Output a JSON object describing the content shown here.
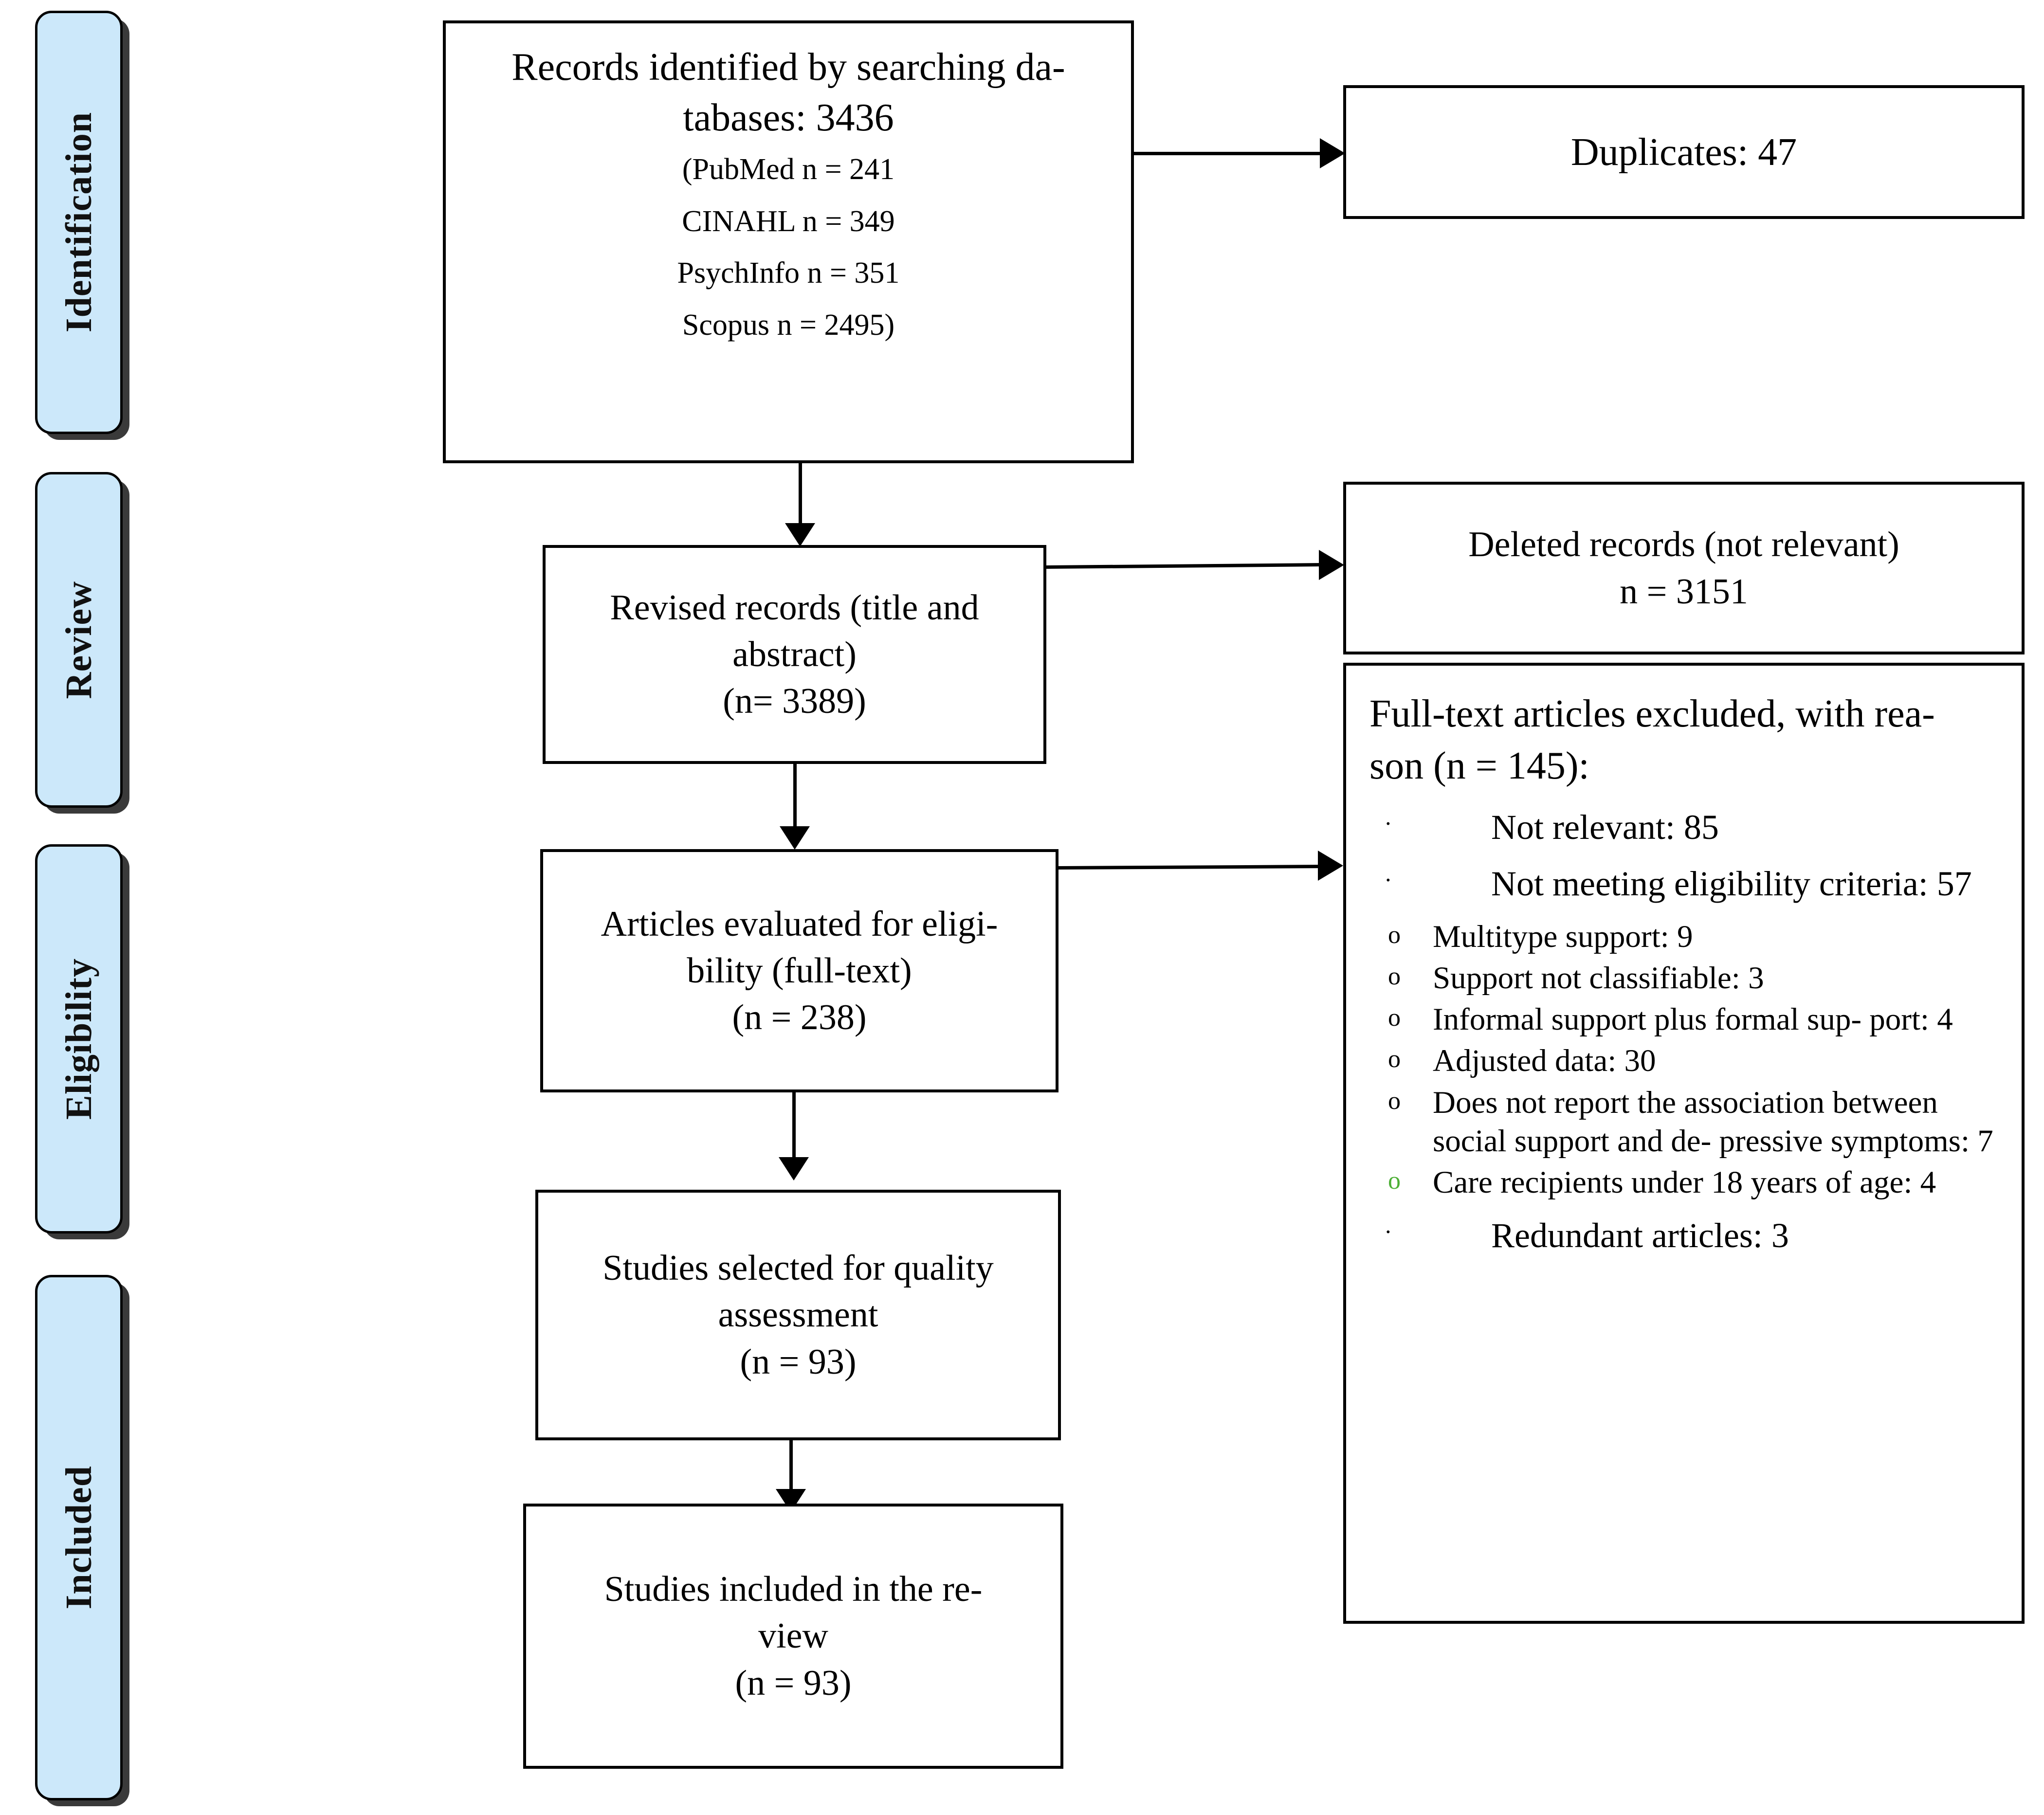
{
  "diagram": {
    "title": "PRISMA study selection flow diagram",
    "accent_blue": "#cce8fa",
    "green_marker": "#4caf35"
  },
  "stages": [
    {
      "label": "Identification"
    },
    {
      "label": "Review"
    },
    {
      "label": "Eligibility"
    },
    {
      "label": "Included"
    }
  ],
  "boxes": {
    "identified": {
      "headline": "Records identified by searching da-\ntabases: 3436",
      "sources": [
        "(PubMed n = 241",
        "CINAHL n = 349",
        "PsychInfo n = 351",
        "Scopus n = 2495)"
      ]
    },
    "duplicates": {
      "text": "Duplicates: 47"
    },
    "revised": {
      "text": "Revised records (title and\nabstract)\n(n= 3389)"
    },
    "deleted": {
      "text": "Deleted records (not relevant)\nn = 3151"
    },
    "evaluated": {
      "text": "Articles evaluated for eligi-\nbility (full-text)\n(n = 238)"
    },
    "quality": {
      "text": "Studies selected for quality\nassessment\n(n = 93)"
    },
    "included": {
      "text": "Studies included in the re-\nview\n(n = 93)"
    }
  },
  "excluded": {
    "title": "Full-text articles excluded, with rea-\nson (n = 145):",
    "items": [
      {
        "marker": "·",
        "marker_color": "black",
        "text": "Not relevant: 85",
        "children": []
      },
      {
        "marker": "·",
        "marker_color": "black",
        "text": "Not meeting eligibility criteria: 57",
        "children": [
          {
            "marker": "o",
            "marker_color": "black",
            "text": "Multitype support: 9"
          },
          {
            "marker": "o",
            "marker_color": "black",
            "text": "Support not classifiable: 3"
          },
          {
            "marker": "o",
            "marker_color": "black",
            "text": "Informal support plus formal sup-\nport: 4"
          },
          {
            "marker": "o",
            "marker_color": "black",
            "text": "Adjusted data: 30"
          },
          {
            "marker": "o",
            "marker_color": "black",
            "text": "Does not report the association\nbetween social support and de-\npressive symptoms: 7"
          },
          {
            "marker": "o",
            "marker_color": "green",
            "text": "Care recipients under 18 years of\nage: 4"
          }
        ]
      },
      {
        "marker": "·",
        "marker_color": "black",
        "text": "Redundant articles: 3",
        "children": []
      }
    ]
  }
}
